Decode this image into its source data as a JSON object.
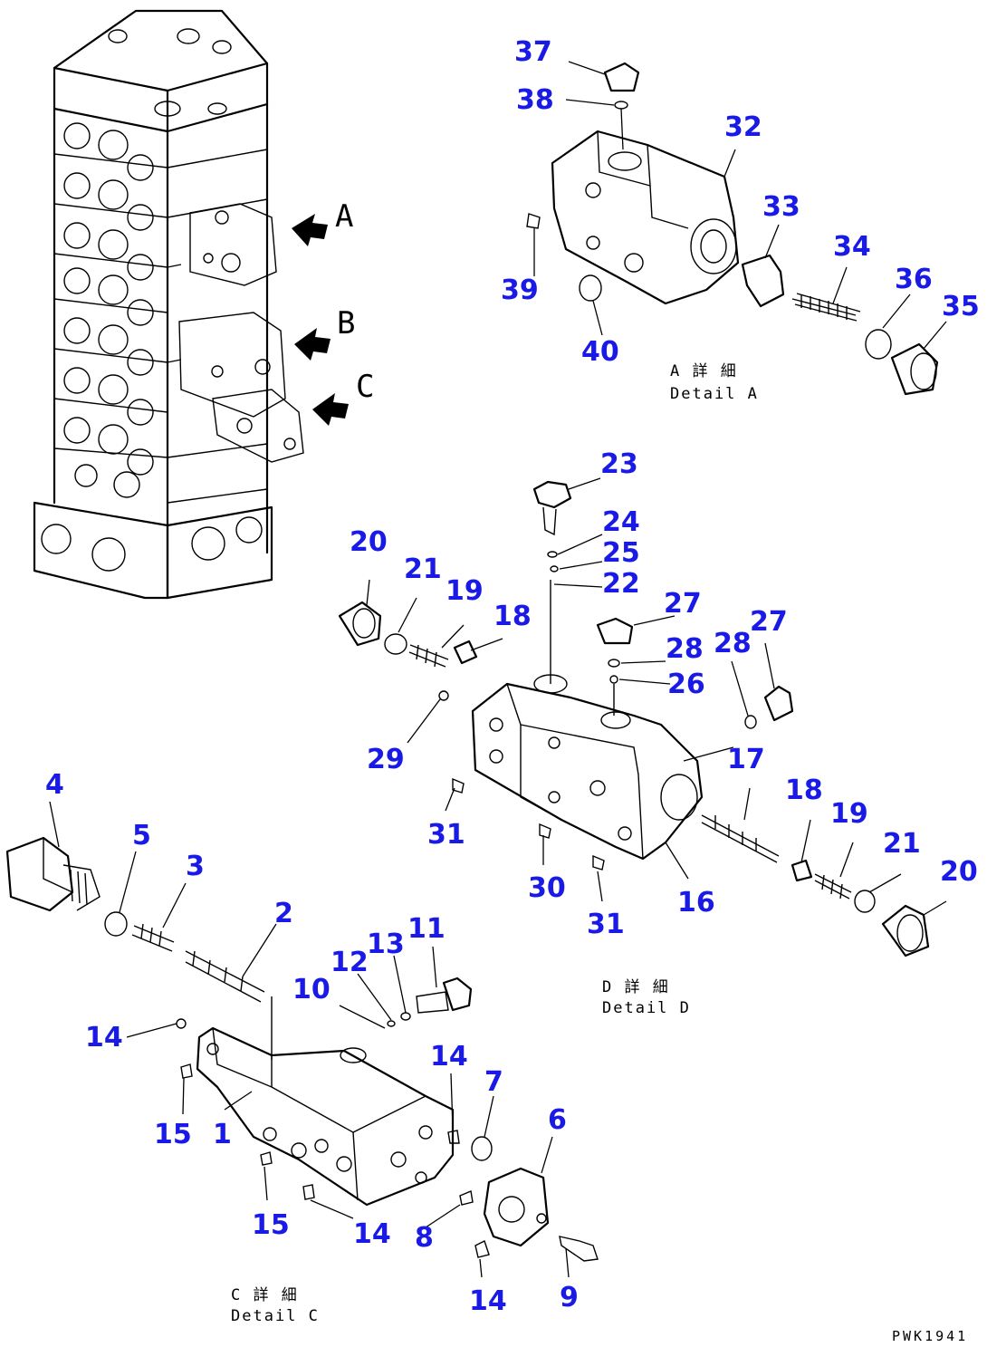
{
  "view_markers": [
    "A",
    "B",
    "C"
  ],
  "detail_captions": {
    "a": {
      "jp": "A 詳 細",
      "en": "Detail A"
    },
    "d": {
      "jp": "D 詳 細",
      "en": "Detail D"
    },
    "c": {
      "jp": "C 詳 細",
      "en": "Detail C"
    }
  },
  "drawing_code": "PWK1941",
  "part_labels": [
    "37",
    "38",
    "32",
    "33",
    "34",
    "36",
    "35",
    "39",
    "40",
    "23",
    "24",
    "25",
    "22",
    "20",
    "21",
    "19",
    "18",
    "27",
    "28",
    "28",
    "27",
    "26",
    "29",
    "17",
    "31",
    "18",
    "19",
    "30",
    "31",
    "16",
    "21",
    "20",
    "4",
    "5",
    "3",
    "2",
    "11",
    "13",
    "12",
    "10",
    "14",
    "14",
    "7",
    "6",
    "15",
    "1",
    "15",
    "14",
    "8",
    "14",
    "9"
  ],
  "colors": {
    "label": "#1a1ae6",
    "line": "#000000",
    "background": "#ffffff"
  }
}
